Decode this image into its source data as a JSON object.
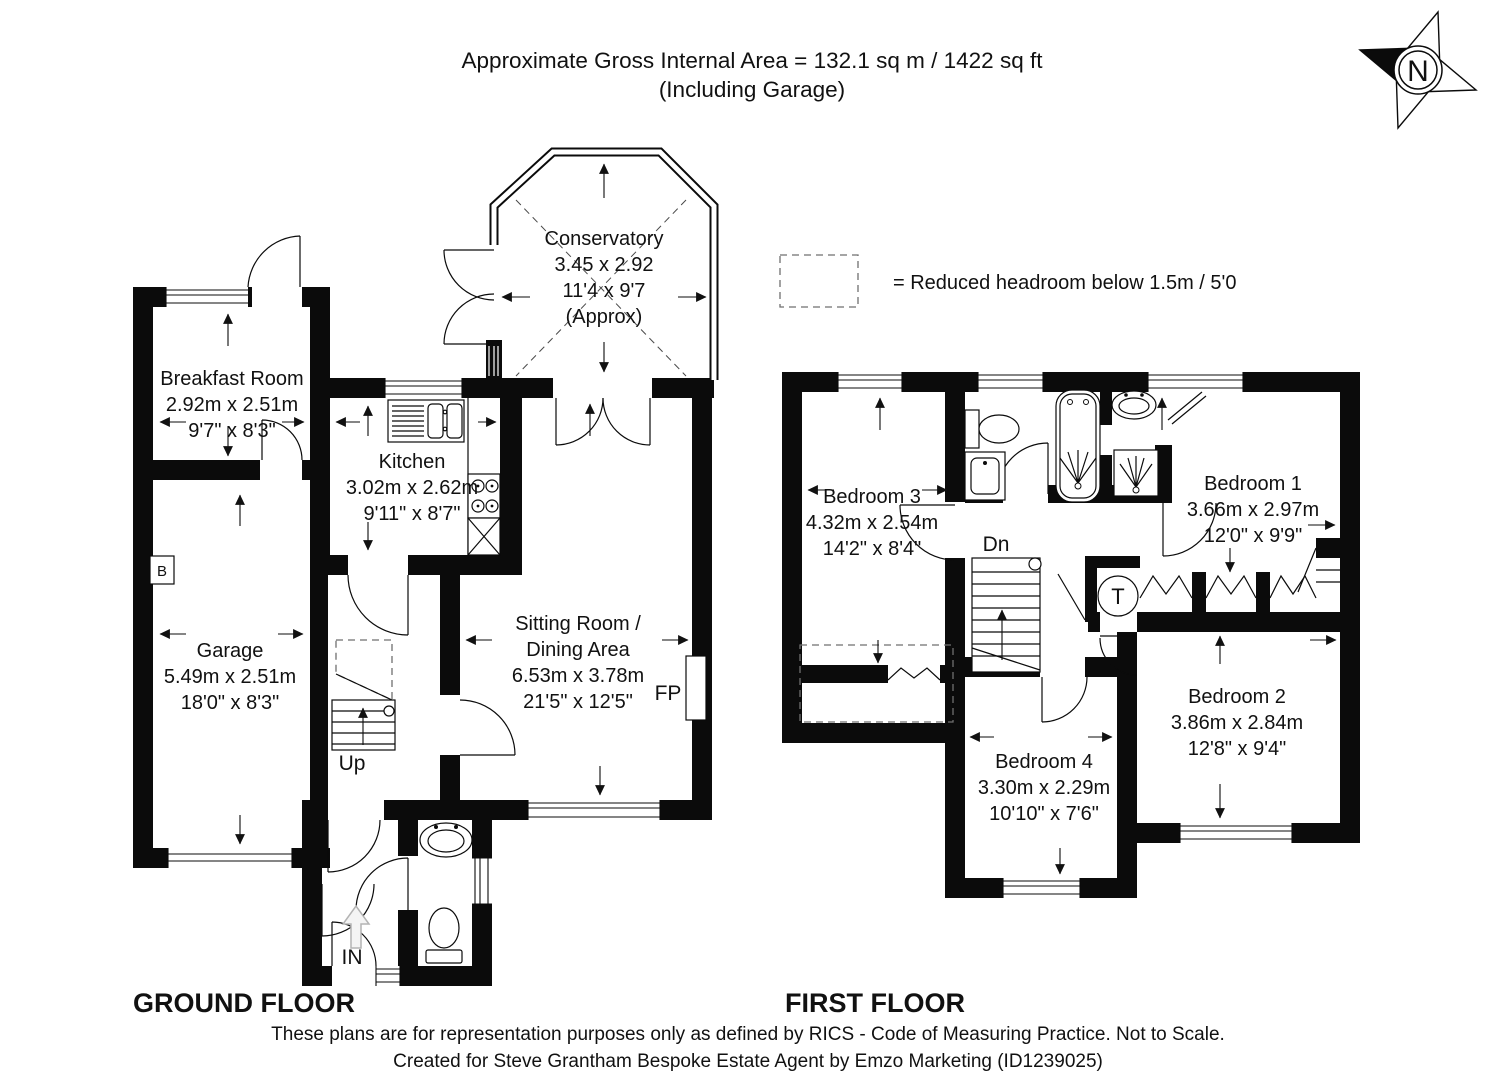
{
  "title": {
    "line1": "Approximate Gross Internal Area = 132.1 sq m / 1422 sq ft",
    "line2": "(Including Garage)"
  },
  "legend": {
    "label": "= Reduced headroom below 1.5m / 5'0"
  },
  "compass": {
    "north": "N"
  },
  "floor_labels": {
    "ground": "GROUND FLOOR",
    "first": "FIRST FLOOR"
  },
  "rooms": {
    "conservatory": {
      "name": "Conservatory",
      "metric": "3.45 x 2.92",
      "imperial": "11'4 x 9'7",
      "note": "(Approx)"
    },
    "breakfast": {
      "name": "Breakfast Room",
      "metric": "2.92m x 2.51m",
      "imperial": "9'7\" x 8'3\""
    },
    "kitchen": {
      "name": "Kitchen",
      "metric": "3.02m x 2.62m",
      "imperial": "9'11\" x 8'7\""
    },
    "garage": {
      "name": "Garage",
      "metric": "5.49m x 2.51m",
      "imperial": "18'0\" x 8'3\""
    },
    "sitting": {
      "name_line1": "Sitting Room /",
      "name_line2": "Dining Area",
      "metric": "6.53m x 3.78m",
      "imperial": "21'5\" x 12'5\""
    },
    "bedroom1": {
      "name": "Bedroom 1",
      "metric": "3.66m x 2.97m",
      "imperial": "12'0\" x 9'9\""
    },
    "bedroom2": {
      "name": "Bedroom 2",
      "metric": "3.86m x 2.84m",
      "imperial": "12'8\" x 9'4\""
    },
    "bedroom3": {
      "name": "Bedroom 3",
      "metric": "4.32m x 2.54m",
      "imperial": "14'2\" x 8'4\""
    },
    "bedroom4": {
      "name": "Bedroom 4",
      "metric": "3.30m x 2.29m",
      "imperial": "10'10\" x 7'6\""
    }
  },
  "markers": {
    "up": "Up",
    "down": "Dn",
    "entrance": "IN",
    "fireplace": "FP",
    "boiler": "B",
    "tank": "T"
  },
  "footer": {
    "line1": "These plans are for representation purposes only as defined by RICS - Code of Measuring Practice. Not to Scale.",
    "line2": "Created for Steve Grantham Bespoke Estate Agent by Emzo Marketing (ID1239025)"
  }
}
